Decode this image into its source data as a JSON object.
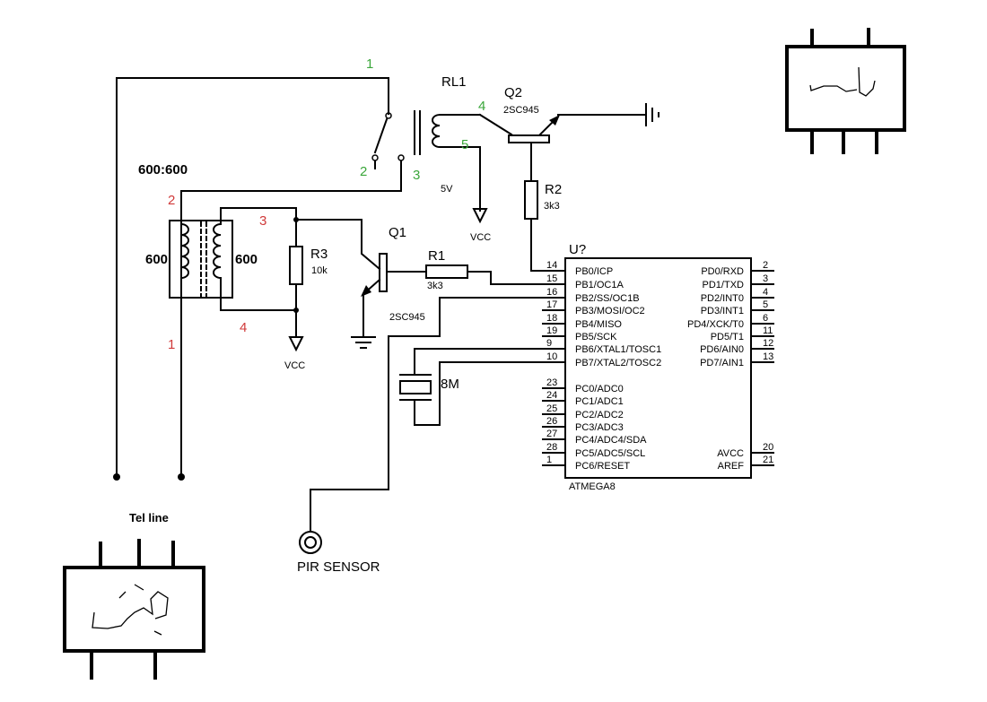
{
  "labels": {
    "relay": "RL1",
    "transformer": "600:600",
    "q1": "Q1",
    "q2": "Q2",
    "q1_part": "2SC945",
    "q2_part": "2SC945",
    "r1": "R1",
    "r1_val": "3k3",
    "r2": "R2",
    "r2_val": "3k3",
    "r3": "R3",
    "r3_val": "10k",
    "coil_supply": "5V",
    "vcc_relay": "VCC",
    "vcc_r3": "VCC",
    "tr_left": "600",
    "tr_right": "600",
    "crystal": "8M",
    "ic_ref": "U?",
    "ic_name": "ATMEGA8",
    "pir": "PIR SENSOR",
    "tel_line": "Tel line"
  },
  "relay_pins": {
    "p1": "1",
    "p2": "2",
    "p3": "3",
    "p4": "4",
    "p5": "5"
  },
  "transformer_pins": {
    "p1": "1",
    "p2": "2",
    "p3": "3",
    "p4": "4"
  },
  "ic_left_pins": [
    {
      "num": "14",
      "name": "PB0/ICP"
    },
    {
      "num": "15",
      "name": "PB1/OC1A"
    },
    {
      "num": "16",
      "name": "PB2/SS/OC1B"
    },
    {
      "num": "17",
      "name": "PB3/MOSI/OC2"
    },
    {
      "num": "18",
      "name": "PB4/MISO"
    },
    {
      "num": "19",
      "name": "PB5/SCK"
    },
    {
      "num": "9",
      "name": "PB6/XTAL1/TOSC1"
    },
    {
      "num": "10",
      "name": "PB7/XTAL2/TOSC2"
    },
    {
      "num": "23",
      "name": "PC0/ADC0"
    },
    {
      "num": "24",
      "name": "PC1/ADC1"
    },
    {
      "num": "25",
      "name": "PC2/ADC2"
    },
    {
      "num": "26",
      "name": "PC3/ADC3"
    },
    {
      "num": "27",
      "name": "PC4/ADC4/SDA"
    },
    {
      "num": "28",
      "name": "PC5/ADC5/SCL"
    },
    {
      "num": "1",
      "name": "PC6/RESET"
    }
  ],
  "ic_right_pins": [
    {
      "num": "2",
      "name": "PD0/RXD"
    },
    {
      "num": "3",
      "name": "PD1/TXD"
    },
    {
      "num": "4",
      "name": "PD2/INT0"
    },
    {
      "num": "5",
      "name": "PD3/INT1"
    },
    {
      "num": "6",
      "name": "PD4/XCK/T0"
    },
    {
      "num": "11",
      "name": "PD5/T1"
    },
    {
      "num": "12",
      "name": "PD6/AIN0"
    },
    {
      "num": "13",
      "name": "PD7/AIN1"
    },
    {
      "num": "20",
      "name": "AVCC"
    },
    {
      "num": "21",
      "name": "AREF"
    }
  ],
  "colors": {
    "wire": "#000000",
    "relay_pin_label": "#3aa63a",
    "transformer_pin_label": "#d03a3a"
  }
}
